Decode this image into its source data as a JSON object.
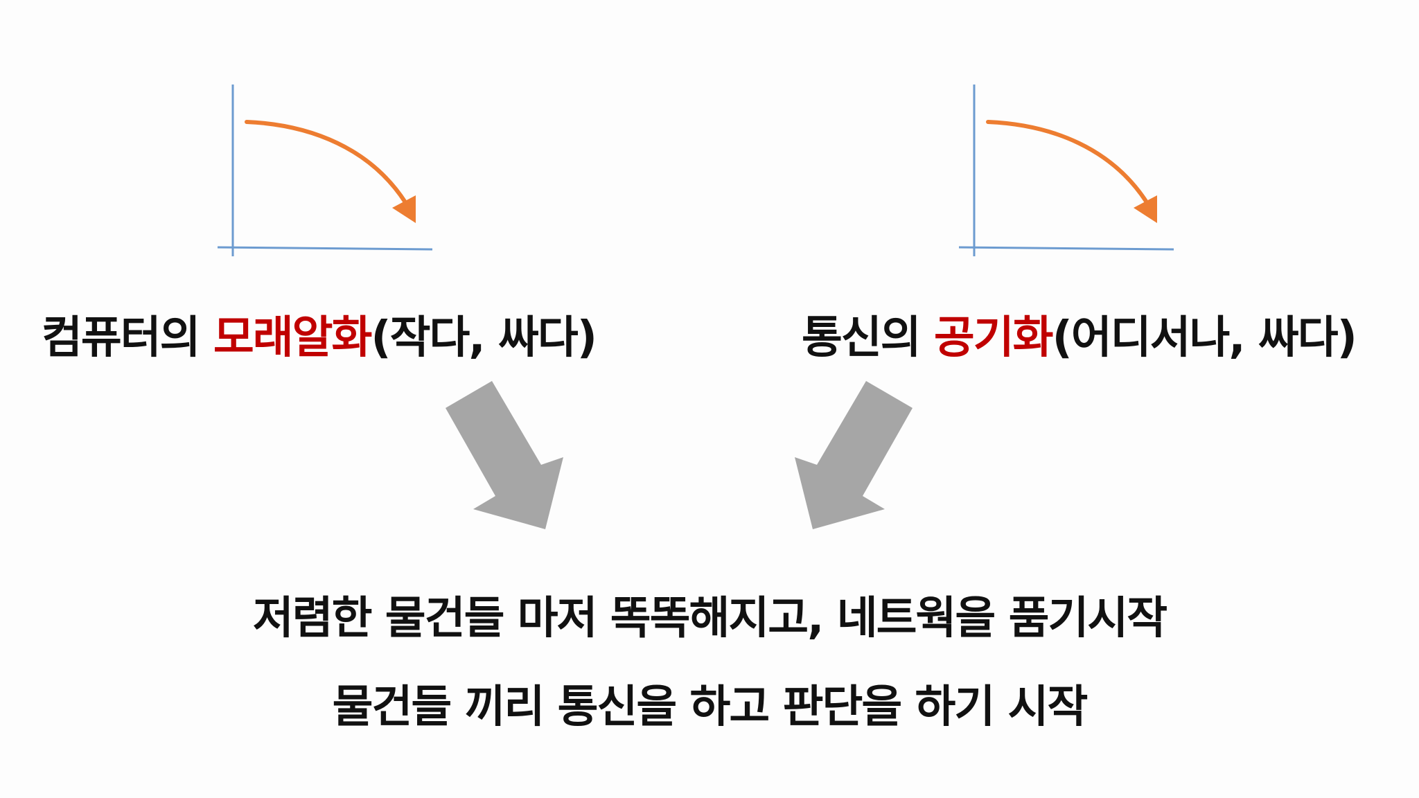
{
  "colors": {
    "background": "#fdfdfd",
    "text": "#111111",
    "highlight": "#c00000",
    "axis": "#6c9bd0",
    "curve": "#ed7d31",
    "big_arrow": "#a6a6a6"
  },
  "left_panel": {
    "graph_icon": "declining-curve-icon",
    "caption_prefix": "컴퓨터의 ",
    "caption_highlight": "모래알화",
    "caption_suffix": "(작다, 싸다)"
  },
  "right_panel": {
    "graph_icon": "declining-curve-icon",
    "caption_prefix": "통신의 ",
    "caption_highlight": "공기화",
    "caption_suffix": "(어디서나, 싸다)"
  },
  "arrows": {
    "left_icon": "down-right-arrow-icon",
    "right_icon": "down-left-arrow-icon"
  },
  "conclusion": {
    "line1": "저렴한 물건들 마저 똑똑해지고, 네트웍을 품기시작",
    "line2": "물건들 끼리 통신을 하고 판단을 하기 시작"
  }
}
